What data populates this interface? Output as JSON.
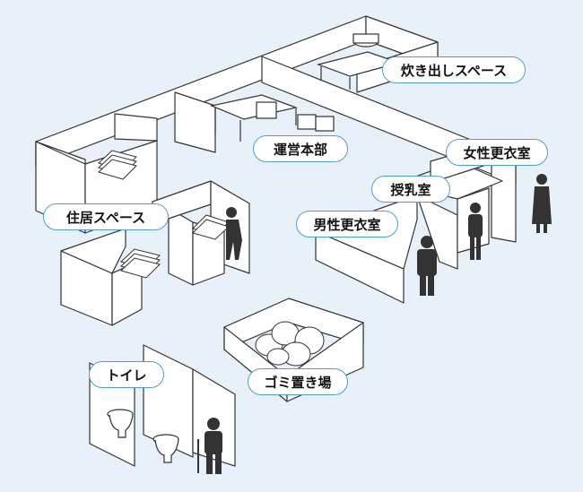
{
  "labels": {
    "cooking": "炊き出しスペース",
    "hq": "運営本部",
    "womens_room": "女性更衣室",
    "nursing_room": "授乳室",
    "living": "住居スペース",
    "mens_room": "男性更衣室",
    "trash": "ゴミ置き場",
    "toilet": "トイレ"
  },
  "colors": {
    "background": "#e8f0fa",
    "label_border": "#4f9fca",
    "wall_fill": "#ffffff",
    "wall_stroke": "#333333",
    "figure": "#333333"
  }
}
